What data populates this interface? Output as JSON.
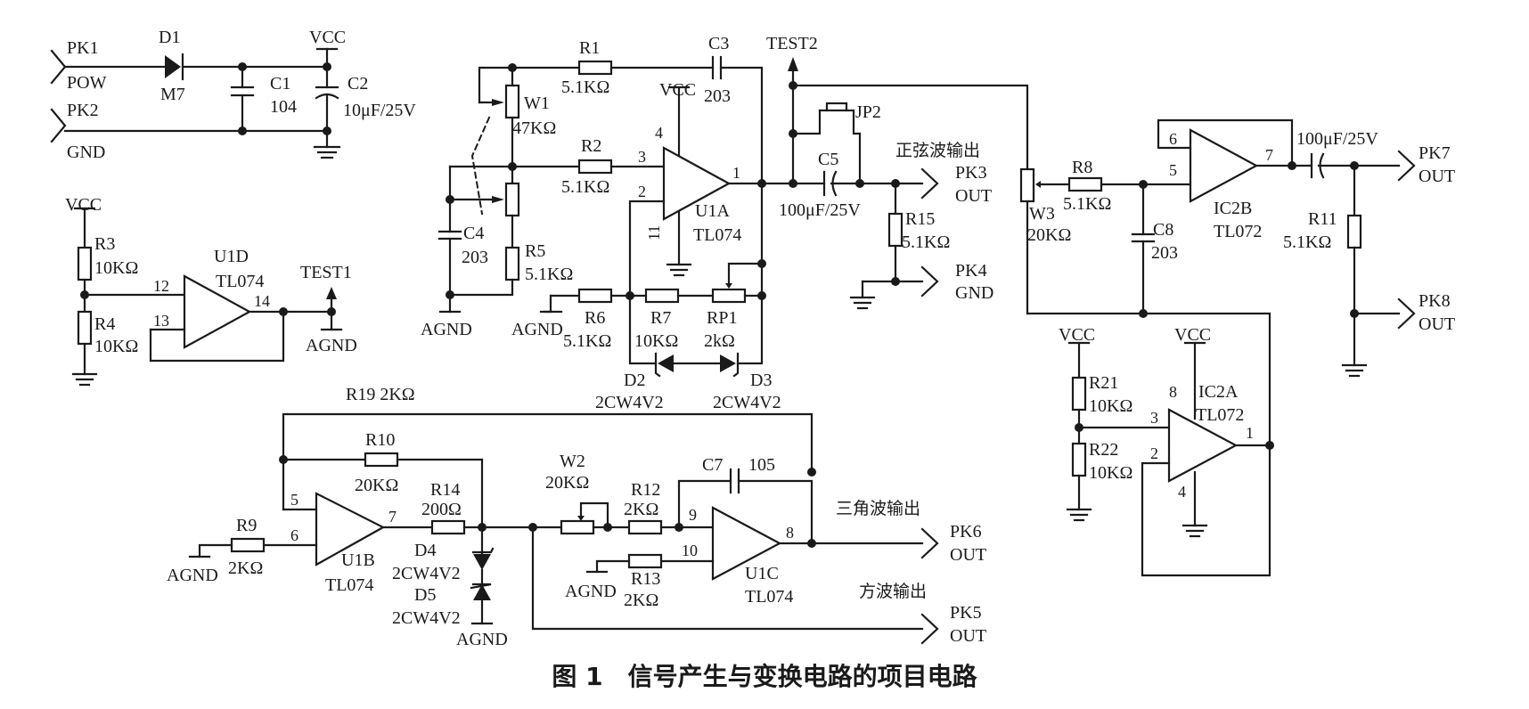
{
  "caption": "图 1　信号产生与变换电路的项目电路",
  "labels": {
    "pk1": "PK1",
    "pow": "POW",
    "pk2": "PK2",
    "gnd": "GND",
    "d1": "D1",
    "m7": "M7",
    "vcc1": "VCC",
    "c1": "C1",
    "c1v": "104",
    "c2": "C2",
    "c2v": "10μF/25V",
    "vcc_u1d": "VCC",
    "r3": "R3",
    "r3v": "10KΩ",
    "r4": "R4",
    "r4v": "10KΩ",
    "u1d": "U1D",
    "u1dt": "TL074",
    "p12": "12",
    "p13": "13",
    "p14": "14",
    "test1": "TEST1",
    "agnd_t1": "AGND",
    "r1": "R1",
    "r1v": "5.1KΩ",
    "c3": "C3",
    "c3v": "203",
    "vcc_u1a": "VCC",
    "p4": "4",
    "w1": "W1",
    "w1v": "47KΩ",
    "r2": "R2",
    "r2v": "5.1KΩ",
    "p3": "3",
    "p2": "2",
    "p1": "1",
    "p11": "11",
    "u1a": "U1A",
    "u1at": "TL074",
    "c4": "C4",
    "c4v": "203",
    "r5": "R5",
    "r5v": "5.1KΩ",
    "agnd_c4": "AGND",
    "agnd_r6": "AGND",
    "r6": "R6",
    "r6v": "5.1KΩ",
    "r7": "R7",
    "r7v": "10KΩ",
    "rp1": "RP1",
    "rp1v": "2kΩ",
    "d2": "D2",
    "d2v": "2CW4V2",
    "d3": "D3",
    "d3v": "2CW4V2",
    "test2": "TEST2",
    "jp2": "JP2",
    "c5": "C5",
    "c5v": "100μF/25V",
    "sine_out": "正弦波输出",
    "pk3": "PK3",
    "pk3o": "OUT",
    "r15": "R15",
    "r15v": "5.1KΩ",
    "pk4": "PK4",
    "pk4g": "GND",
    "w3": "W3",
    "w3v": "20KΩ",
    "r8": "R8",
    "r8v": "5.1KΩ",
    "c8": "C8",
    "c8v": "203",
    "p6b": "6",
    "p5b": "5",
    "p7b": "7",
    "ic2b": "IC2B",
    "ic2bt": "TL072",
    "c9v": "100μF/25V",
    "pk7": "PK7",
    "pk7o": "OUT",
    "r11": "R11",
    "r11v": "5.1KΩ",
    "pk8": "PK8",
    "pk8o": "OUT",
    "vcc_r21": "VCC",
    "vcc_ic2a": "VCC",
    "r21": "R21",
    "r21v": "10KΩ",
    "r22": "R22",
    "r22v": "10KΩ",
    "p8a": "8",
    "ic2a": "IC2A",
    "ic2at": "TL072",
    "p3a": "3",
    "p2a": "2",
    "p1a": "1",
    "p4a": "4",
    "r19": "R19 2KΩ",
    "r10": "R10",
    "r10v": "20KΩ",
    "r14": "R14",
    "r14v": "200Ω",
    "p5u": "5",
    "p6u": "6",
    "p7u": "7",
    "u1b": "U1B",
    "u1bt": "TL074",
    "r9": "R9",
    "r9v": "2KΩ",
    "agnd_r9": "AGND",
    "d4": "D4",
    "d4v": "2CW4V2",
    "d5": "D5",
    "d5v": "2CW4V2",
    "agnd_d5": "AGND",
    "w2": "W2",
    "w2v": "20KΩ",
    "r12": "R12",
    "r12v": "2KΩ",
    "c7": "C7",
    "c7v": "105",
    "p9": "9",
    "p10": "10",
    "p8": "8",
    "u1c": "U1C",
    "u1ct": "TL074",
    "r13": "R13",
    "r13v": "2KΩ",
    "agnd_r13": "AGND",
    "tri_out": "三角波输出",
    "pk6": "PK6",
    "pk6o": "OUT",
    "sq_out": "方波输出",
    "pk5": "PK5",
    "pk5o": "OUT"
  }
}
